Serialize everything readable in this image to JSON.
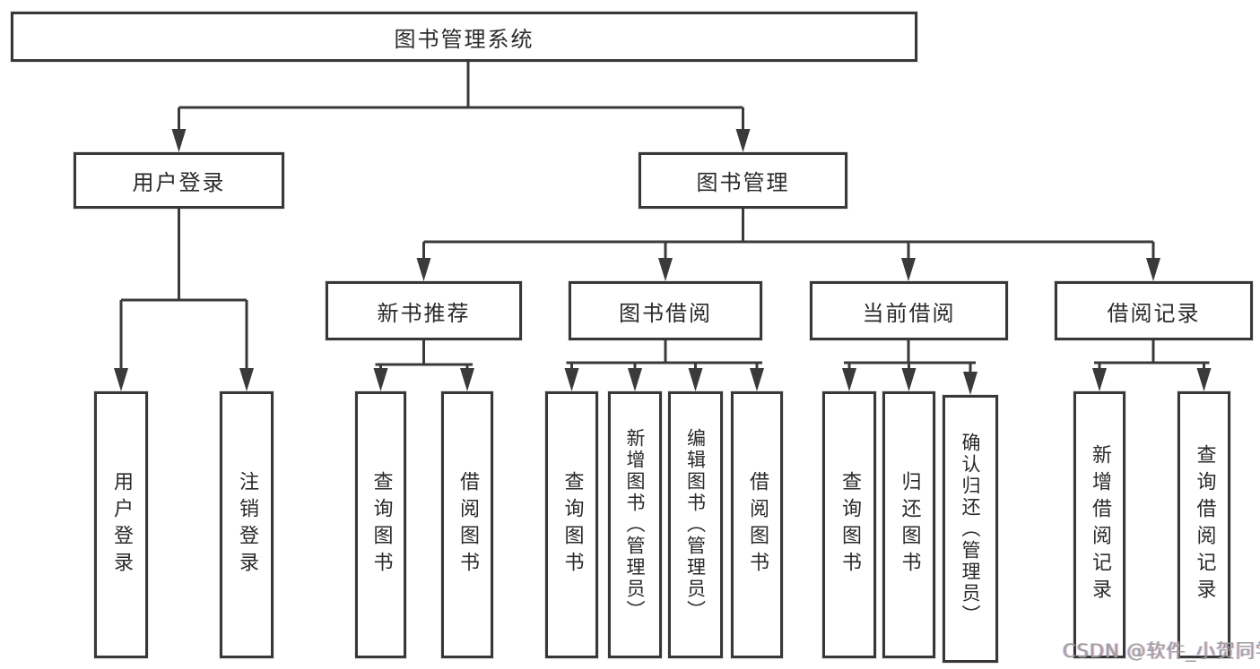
{
  "style": {
    "background": "#ffffff",
    "line_color": "#3a3a3a",
    "box_border_color": "#383838",
    "text_color": "#2a2a2a",
    "watermark_color": "#9e9e9e"
  },
  "tree": {
    "root": "图书管理系统",
    "branches": [
      {
        "label": "用户登录",
        "children": [
          "用户登录",
          "注销登录"
        ]
      },
      {
        "label": "图书管理",
        "groups": [
          {
            "label": "新书推荐",
            "children": [
              "查询图书",
              "借阅图书"
            ]
          },
          {
            "label": "图书借阅",
            "children": [
              "查询图书",
              "新增图书（管理员）",
              "编辑图书（管理员）",
              "借阅图书"
            ]
          },
          {
            "label": "当前借阅",
            "children": [
              "查询图书",
              "归还图书",
              "确认归还（管理员）"
            ]
          },
          {
            "label": "借阅记录",
            "children": [
              "新增借阅记录",
              "查询借阅记录"
            ]
          }
        ]
      }
    ]
  },
  "watermark": {
    "text": "CSDN @软件_小贺同学"
  }
}
